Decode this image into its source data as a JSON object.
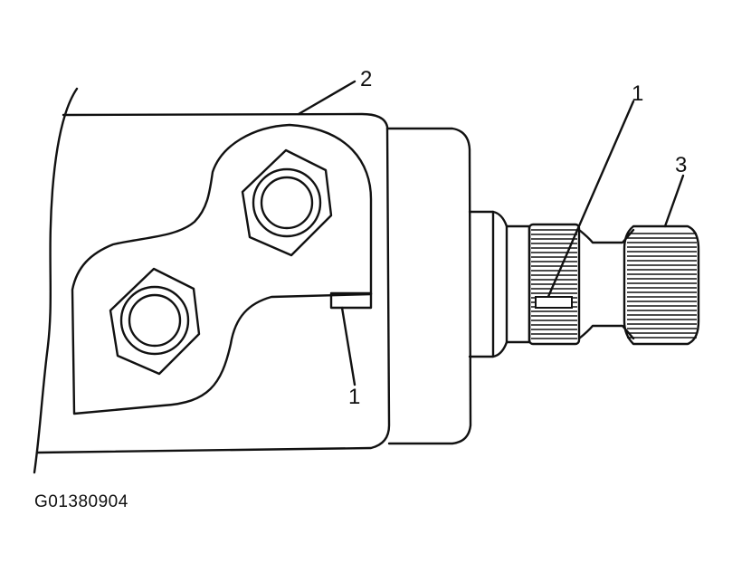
{
  "callouts": {
    "housing_label": "2",
    "notch_label_left": "1",
    "notch_label_right": "1",
    "splined_shaft_label": "3"
  },
  "figure_id": "G01380904",
  "colors": {
    "ink": "#111111",
    "background": "#ffffff"
  }
}
